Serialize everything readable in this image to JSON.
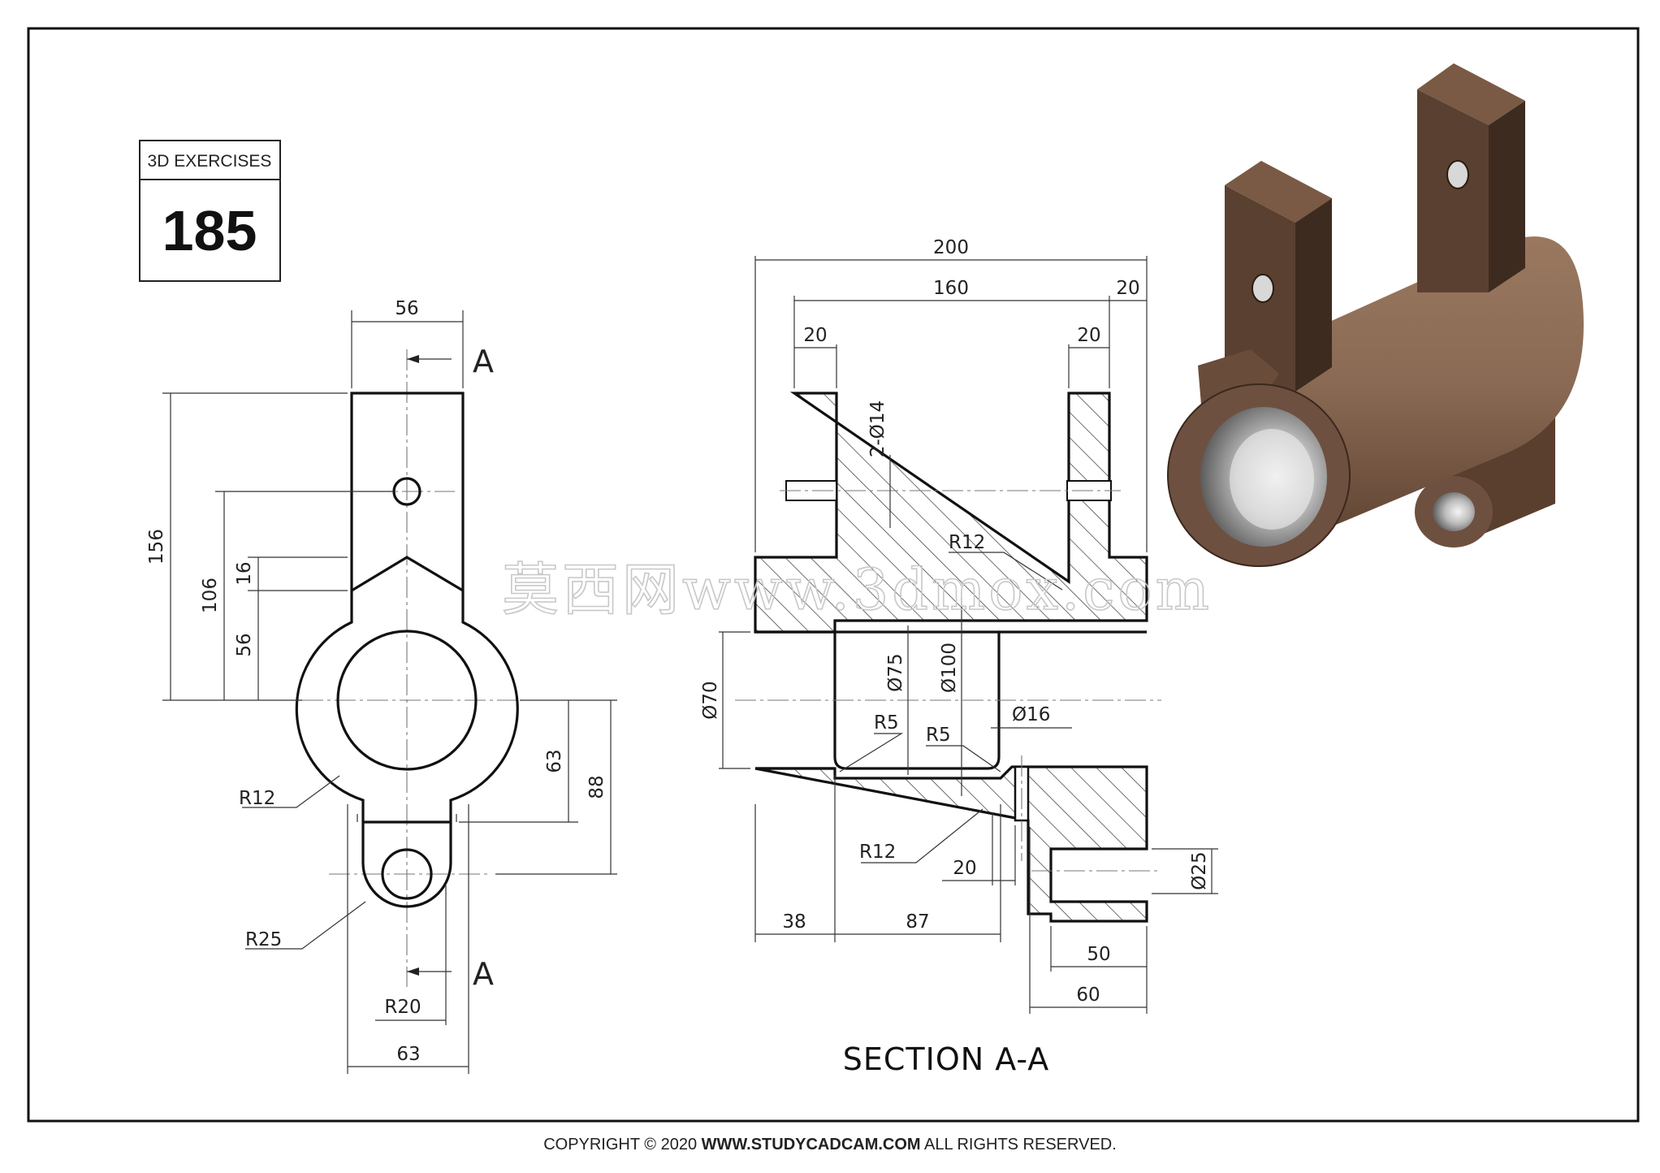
{
  "badge": {
    "caption": "3D EXERCISES",
    "number": "185"
  },
  "views": {
    "front": {
      "dims": [
        "56",
        "156",
        "106",
        "16",
        "56",
        "63",
        "88",
        "R12",
        "R25",
        "R20",
        "63"
      ],
      "section_mark": "A"
    },
    "section": {
      "dims": [
        "200",
        "160",
        "20",
        "20",
        "20",
        "2-Ø14",
        "R12",
        "Ø70",
        "Ø75",
        "Ø100",
        "Ø16",
        "R5",
        "R5",
        "R12",
        "20",
        "Ø25",
        "38",
        "87",
        "50",
        "60"
      ],
      "title": "SECTION A-A"
    }
  },
  "watermark": "莫西网www.3dmox.com",
  "footer": {
    "prefix": "COPYRIGHT © 2020 ",
    "site": "WWW.STUDYCADCAM.COM",
    "suffix": " ALL RIGHTS RESERVED."
  },
  "colors": {
    "line": "#111111",
    "part_body": "#7a5a44",
    "part_dark": "#4a3426",
    "bore_light": "#e8e8e8"
  }
}
